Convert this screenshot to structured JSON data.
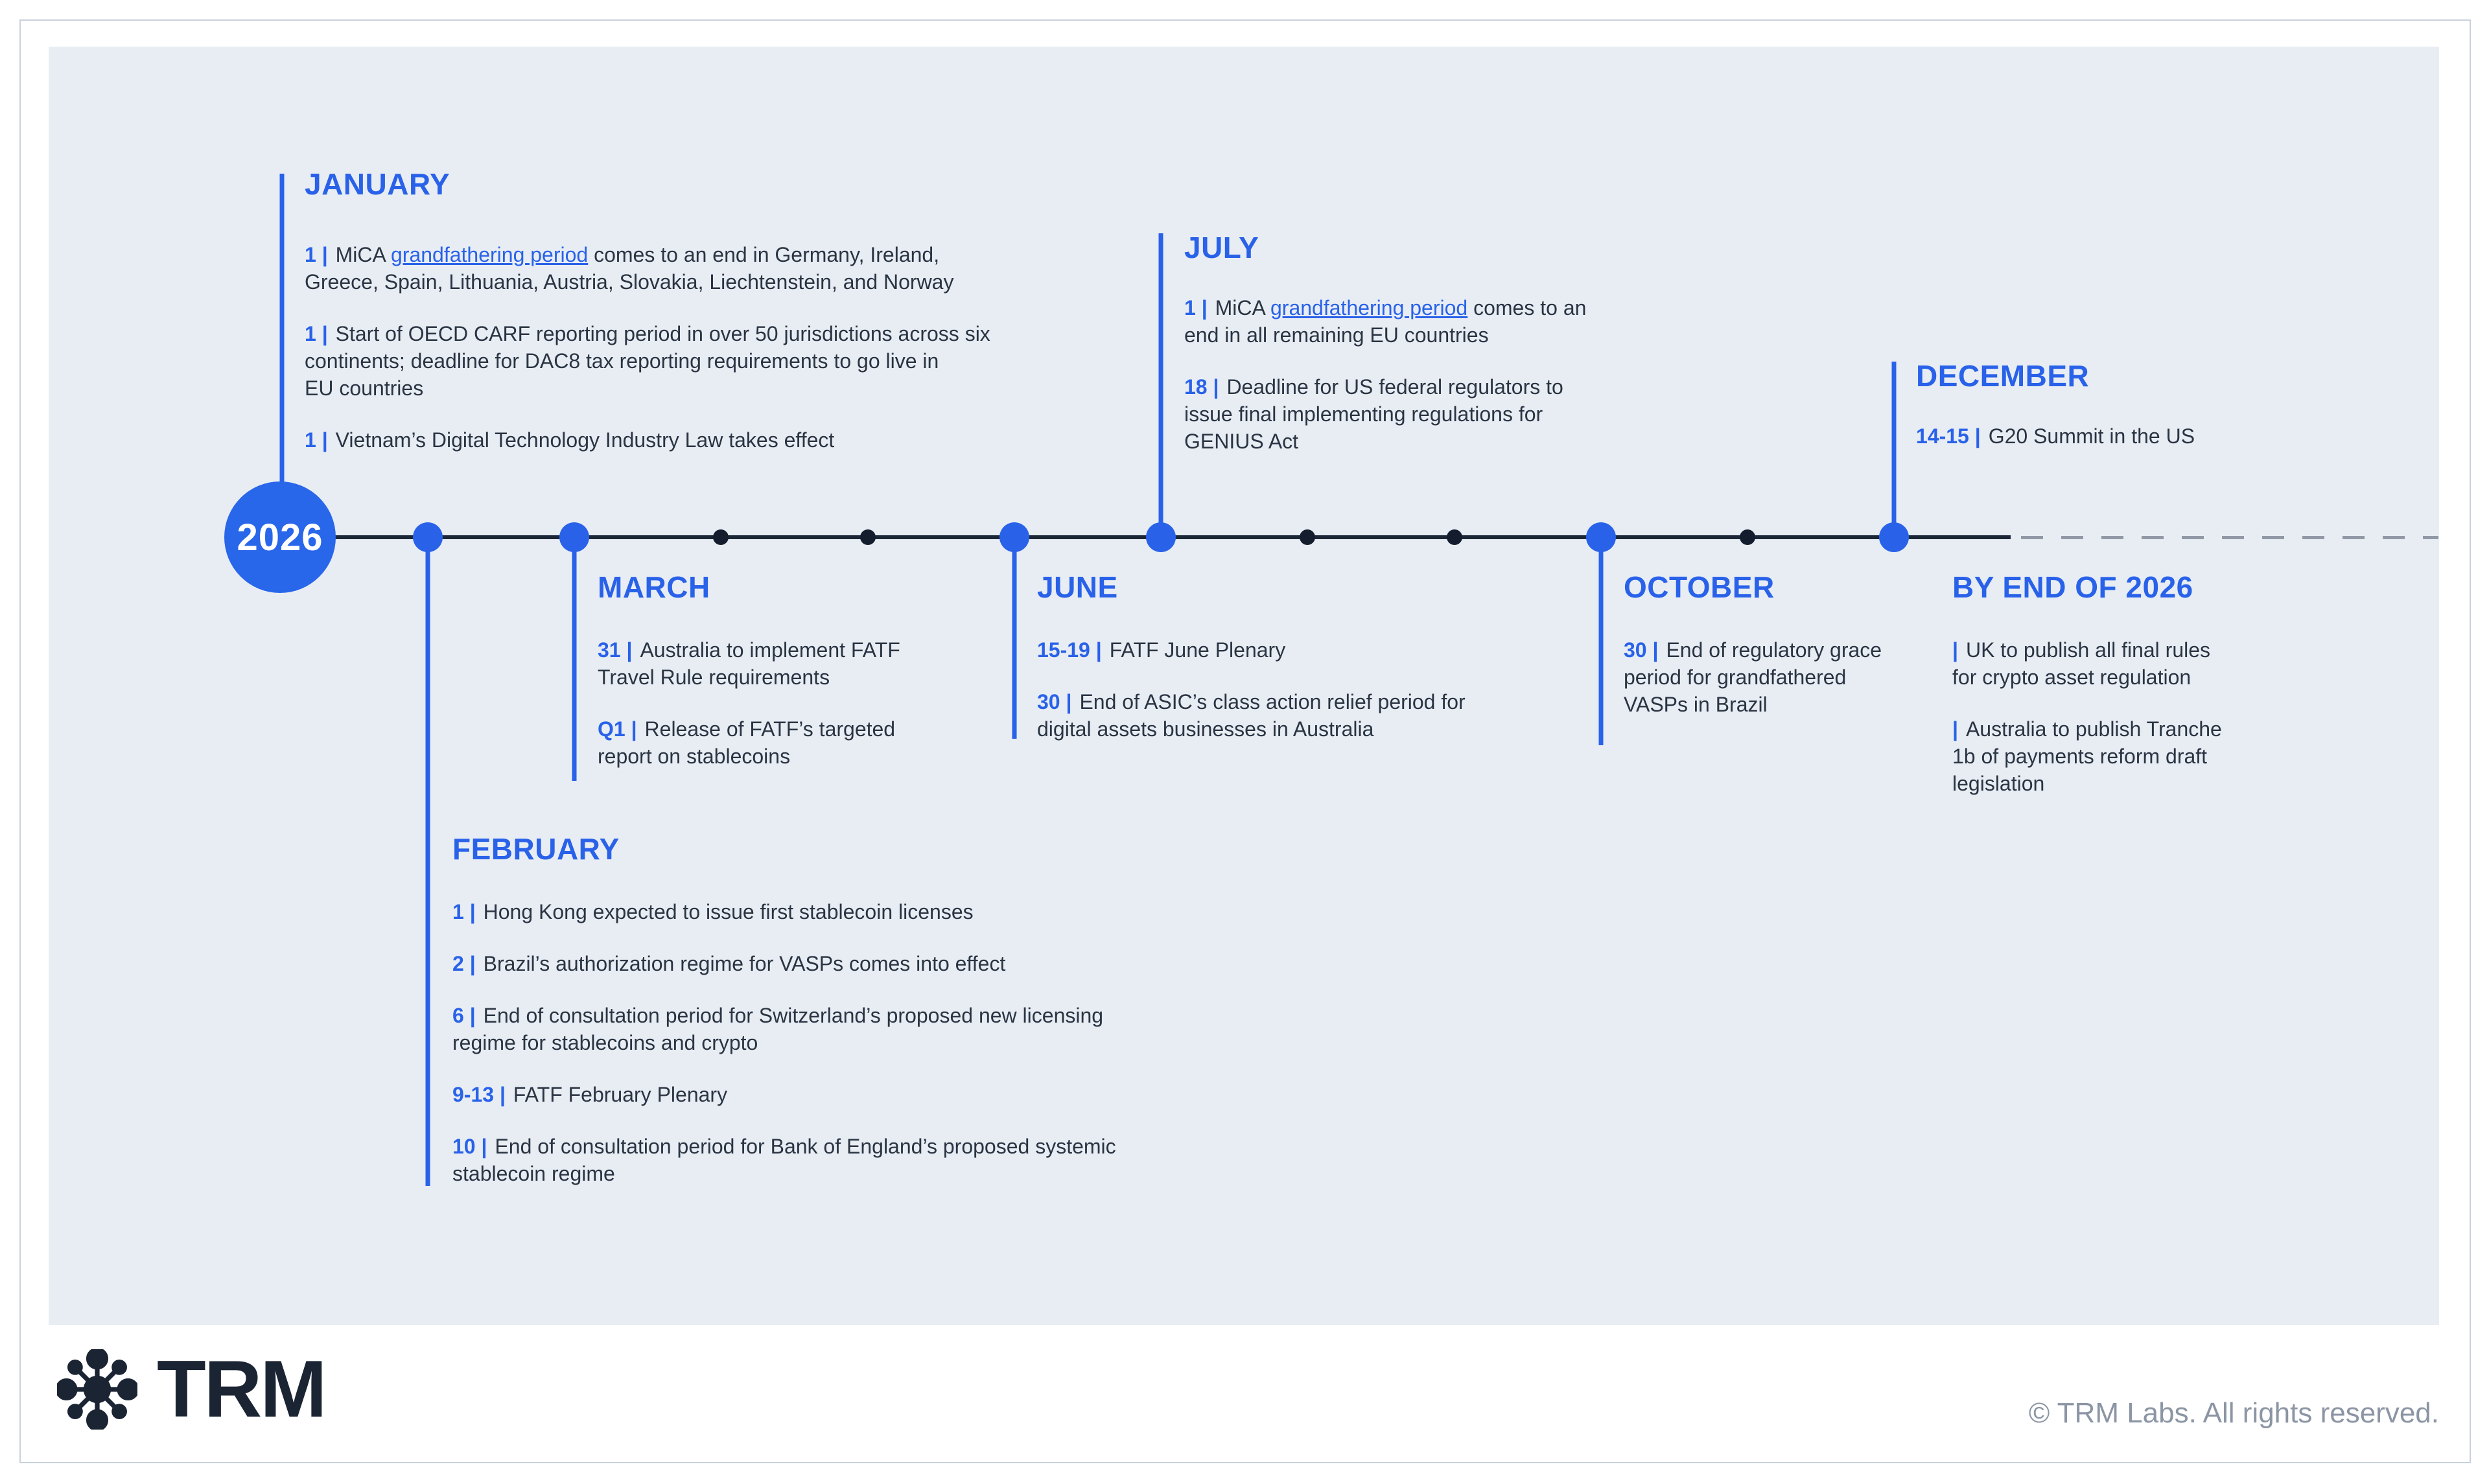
{
  "page": {
    "year_badge": "2026",
    "logo_text": "TRM",
    "copyright": "© TRM Labs. All rights reserved."
  },
  "colors": {
    "accent_blue": "#2962e9",
    "panel_bg": "#e8edf4",
    "timeline_dark": "#1b2637",
    "body_text": "#2a3442",
    "dash_gray": "#919aa6",
    "copyright_gray": "#8b95a4",
    "logo_navy": "#1a2433"
  },
  "months": {
    "january": {
      "title": "JANUARY",
      "items": [
        {
          "prefix": "1 |",
          "pre": "MiCA ",
          "link": "grandfathering period",
          "post": [
            " comes to an end in Germany, Ireland,",
            "Greece, Spain, Lithuania, Austria, Slovakia, Liechtenstein, and Norway"
          ]
        },
        {
          "prefix": "1 |",
          "text": [
            "Start of OECD CARF reporting period in over 50 jurisdictions across six",
            "continents; deadline for DAC8 tax reporting requirements to go live in",
            "EU countries"
          ]
        },
        {
          "prefix": "1 |",
          "text": [
            "Vietnam’s Digital Technology Industry Law takes effect"
          ]
        }
      ]
    },
    "february": {
      "title": "FEBRUARY",
      "items": [
        {
          "prefix": "1 |",
          "text": [
            "Hong Kong expected to issue first stablecoin licenses"
          ]
        },
        {
          "prefix": "2 |",
          "text": [
            "Brazil’s authorization regime for VASPs comes into effect"
          ]
        },
        {
          "prefix": "6 |",
          "text": [
            "End of consultation period for Switzerland’s proposed new licensing",
            "regime for stablecoins and crypto"
          ]
        },
        {
          "prefix": "9-13 |",
          "text": [
            "FATF February Plenary"
          ]
        },
        {
          "prefix": "10 |",
          "text": [
            "End of consultation period for Bank of England’s proposed systemic",
            "stablecoin regime"
          ]
        }
      ]
    },
    "march": {
      "title": "MARCH",
      "items": [
        {
          "prefix": "31 |",
          "text": [
            "Australia to implement FATF",
            "Travel Rule requirements"
          ]
        },
        {
          "prefix": "Q1 |",
          "text": [
            "Release of FATF’s targeted",
            "report on stablecoins"
          ]
        }
      ]
    },
    "june": {
      "title": "JUNE",
      "items": [
        {
          "prefix": "15-19 |",
          "text": [
            "FATF June Plenary"
          ]
        },
        {
          "prefix": "30 |",
          "text": [
            "End of ASIC’s class action relief period for",
            "digital assets businesses in Australia"
          ]
        }
      ]
    },
    "july": {
      "title": "JULY",
      "items": [
        {
          "prefix": "1 |",
          "pre": "MiCA ",
          "link": "grandfathering period",
          "post": [
            " comes to an",
            "end in all remaining EU countries"
          ]
        },
        {
          "prefix": "18 |",
          "text": [
            "Deadline for US federal regulators to",
            "issue final implementing regulations for",
            "GENIUS Act"
          ]
        }
      ]
    },
    "october": {
      "title": "OCTOBER",
      "items": [
        {
          "prefix": "30 |",
          "text": [
            "End of regulatory grace",
            "period for grandfathered",
            "VASPs in Brazil"
          ]
        }
      ]
    },
    "december": {
      "title": "DECEMBER",
      "items": [
        {
          "prefix": "14-15 |",
          "text": [
            "G20 Summit in the US"
          ]
        }
      ]
    },
    "by_end": {
      "title": "BY END OF 2026",
      "items": [
        {
          "prefix": "|",
          "text": [
            "UK to publish all final rules",
            "for crypto asset regulation"
          ]
        },
        {
          "prefix": "|",
          "text": [
            "Australia to publish Tranche",
            "1b of payments reform draft",
            "legislation"
          ]
        }
      ]
    }
  }
}
